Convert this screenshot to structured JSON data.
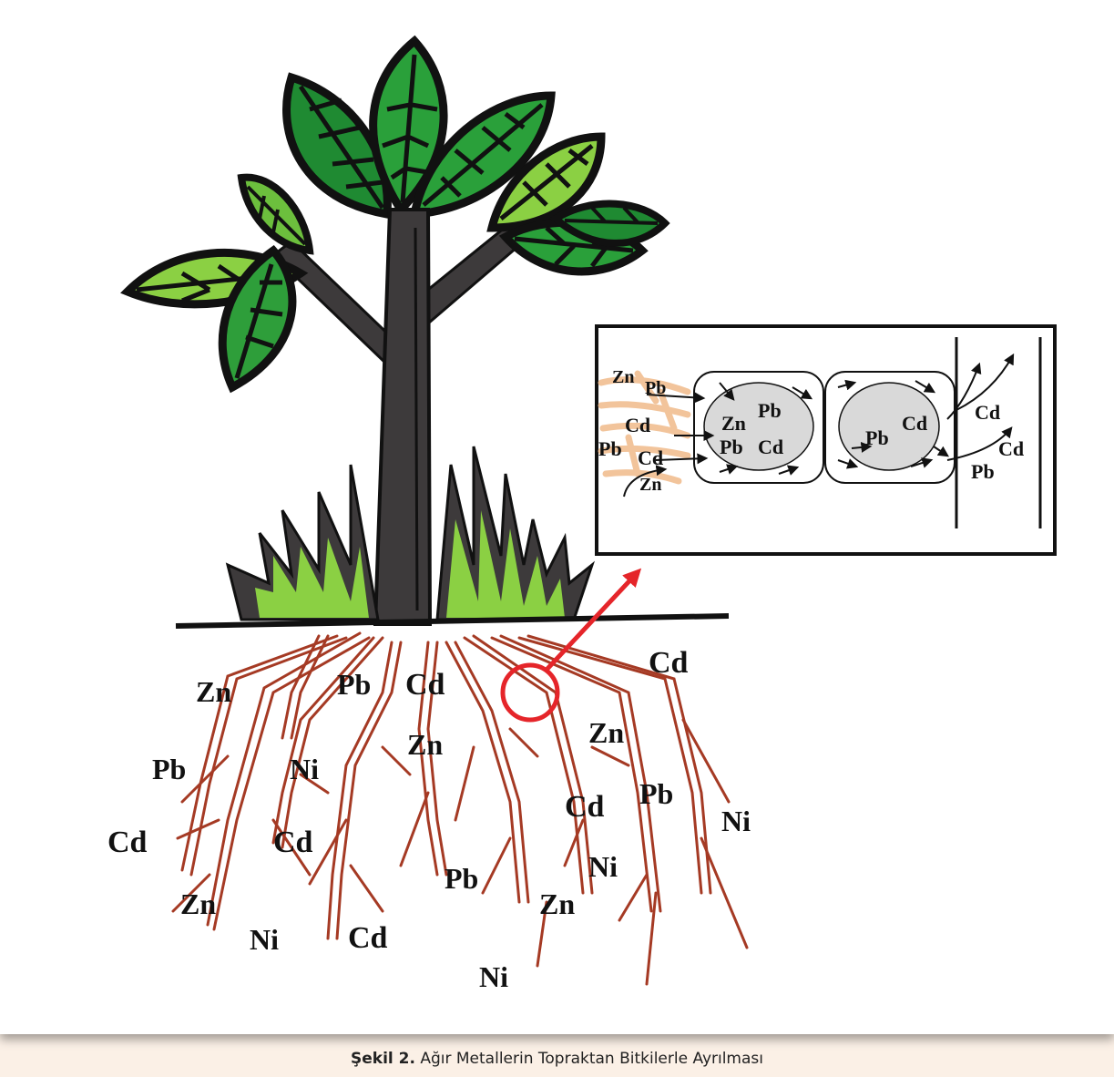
{
  "caption": {
    "figure_label": "Şekil 2.",
    "text": "Ağır Metallerin Topraktan Bitkilerle Ayrılması"
  },
  "root_labels": {
    "l1": "Zn",
    "l2": "Pb",
    "l3": "Cd",
    "l4": "Cd",
    "l5": "Pb",
    "l6": "Ni",
    "l7": "Zn",
    "l8": "Zn",
    "l9": "Cd",
    "l10": "Cd",
    "l11": "Pb",
    "l12": "Ni",
    "l13": "Cd",
    "l14": "Zn",
    "l15": "Ni",
    "l16": "Pb",
    "l17": "Zn",
    "l18": "Ni",
    "l19": "Cd",
    "l20": "Ni"
  },
  "inset_labels": {
    "zn1": "Zn",
    "pb1": "Pb",
    "cd1": "Cd",
    "pb2": "Pb",
    "cd2": "Cd",
    "zn2": "Zn",
    "cell1_zn": "Zn",
    "cell1_pb_top": "Pb",
    "cell1_pb": "Pb",
    "cell1_cd": "Cd",
    "cell2_pb": "Pb",
    "cell2_cd": "Cd",
    "xylem_cd1": "Cd",
    "xylem_cd2": "Cd",
    "xylem_pb": "Pb"
  },
  "colors": {
    "leaf_dark": "#1f8a32",
    "leaf_light": "#8bd043",
    "trunk": "#3d3a3b",
    "root": "#a53a24",
    "soil_line": "#111111",
    "pointer": "#e5252a",
    "soil_particles": "#f2c49b"
  }
}
